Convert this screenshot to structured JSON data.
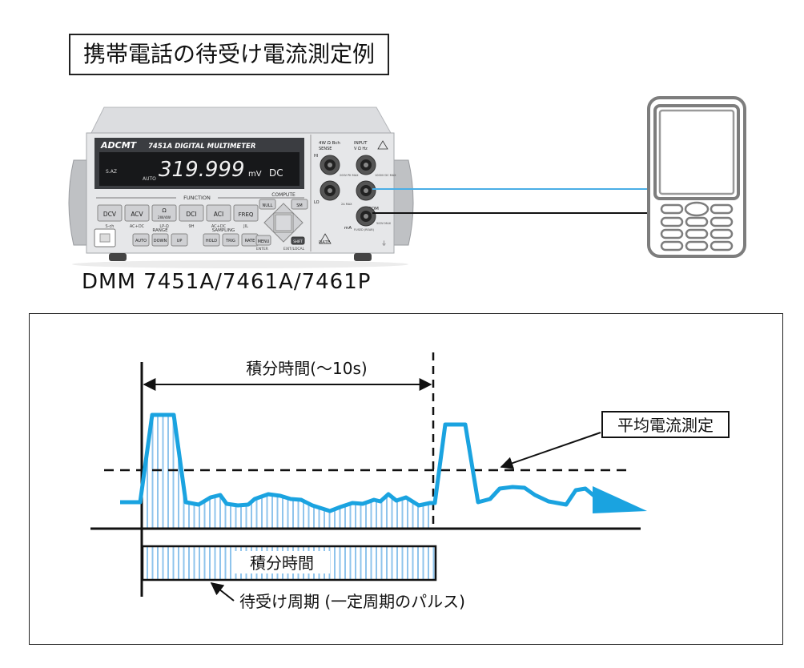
{
  "title": "携帯電話の待受け電流測定例",
  "instrument": {
    "caption": "DMM 7451A/7461A/7461P",
    "brand": "ADCMT",
    "model_line": "7451A  DIGITAL MULTIMETER",
    "display_reading": "319.999",
    "display_unit": "mV",
    "display_mode": "DC",
    "display_annunciators": [
      "S.AZ",
      "AUTO"
    ],
    "section_labels": {
      "function": "FUNCTION",
      "compute": "COMPUTE",
      "range": "RANGE",
      "sampling": "SAMPLING"
    },
    "function_keys": [
      {
        "label": "DCV",
        "sub": "S-ch"
      },
      {
        "label": "ACV",
        "sub": "AC+DC"
      },
      {
        "label": "Ω",
        "sub": "LP-Ω",
        "sub2": "2W/4W"
      },
      {
        "label": "DCI",
        "sub": "9H"
      },
      {
        "label": "ACI",
        "sub": "AC+DC"
      },
      {
        "label": "FREQ",
        "sub": "JIL"
      }
    ],
    "compute_keys": [
      "NULL",
      "SM"
    ],
    "range_keys": [
      "AUTO",
      "DOWN",
      "UP"
    ],
    "sampling_keys": [
      "HOLD",
      "TRIG",
      "RATE"
    ],
    "menu_key": "MENU",
    "menu_sub": "ENTER",
    "shift_key": "SHIFT",
    "shift_sub": "EXIT/LOCAL",
    "terminal_labels": {
      "sense": "4W Ω  Bch",
      "sense_sub": "SENSE",
      "input": "INPUT",
      "input_sub": "V  Ω  Hz",
      "hi": "HI",
      "lo": "LO",
      "com": "COM",
      "ma": "mA",
      "date": "DATE"
    },
    "terminal_fine_print": [
      "200V PK MAX",
      "1000V DC MAX",
      "2A MAX",
      "FUSED (REAR)",
      "500V MAX"
    ]
  },
  "phone": {
    "icon": "mobile-phone-icon"
  },
  "colors": {
    "accent_blue": "#1aa3e0",
    "hatch_blue": "#8fc4ec",
    "text": "#111111"
  },
  "diagram": {
    "integration_time_arrow_label": "積分時間(〜10s)",
    "average_label": "平均電流測定",
    "integration_box_label": "積分時間",
    "standby_cycle_label": "待受け周期 (一定周期のパルス)"
  }
}
